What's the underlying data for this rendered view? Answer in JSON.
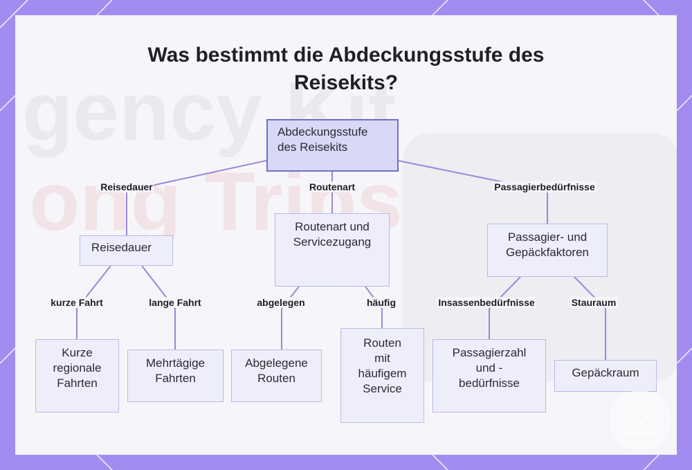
{
  "title": {
    "line1": "Was bestimmt die Abdeckungsstufe des",
    "line2": "Reisekits?"
  },
  "watermark": {
    "line1": "gency Kit",
    "line2": "ong Trips"
  },
  "nodes": {
    "root": [
      "Abdeckungsstufe",
      "des Reisekits"
    ],
    "reisedauer": [
      "Reisedauer"
    ],
    "routenart": [
      "Routenart und",
      "Servicezugang"
    ],
    "passagier": [
      "Passagier- und",
      "Gepäckfaktoren"
    ],
    "kurze": [
      "Kurze",
      "regionale",
      "Fahrten"
    ],
    "mehrtaegige": [
      "Mehrtägige",
      "Fahrten"
    ],
    "abgelegene": [
      "Abgelegene",
      "Routen"
    ],
    "haeufig": [
      "Routen",
      "mit",
      "häufigem",
      "Service"
    ],
    "passagierzahl": [
      "Passagierzahl",
      "und -",
      "bedürfnisse"
    ],
    "gepaeckraum": [
      "Gepäckraum"
    ]
  },
  "edge_labels": {
    "reisedauer": "Reisedauer",
    "routenart": "Routenart",
    "passagierbeduerfnisse": "Passagierbedürfnisse",
    "kurze_fahrt": "kurze Fahrt",
    "lange_fahrt": "lange Fahrt",
    "abgelegen": "abgelegen",
    "haeufig": "häufig",
    "insassenbeduerfnisse": "Insassenbedürfnisse",
    "stauraum": "Stauraum"
  },
  "colors": {
    "background": "#a38cf0",
    "card": "#f6f5f9",
    "connector": "#9b87d9",
    "node_fill": "#eeeefb",
    "root_fill": "#d8d8f7",
    "root_border": "#6f6fc9"
  },
  "icons": {
    "logo": "mountain-logo-icon"
  }
}
